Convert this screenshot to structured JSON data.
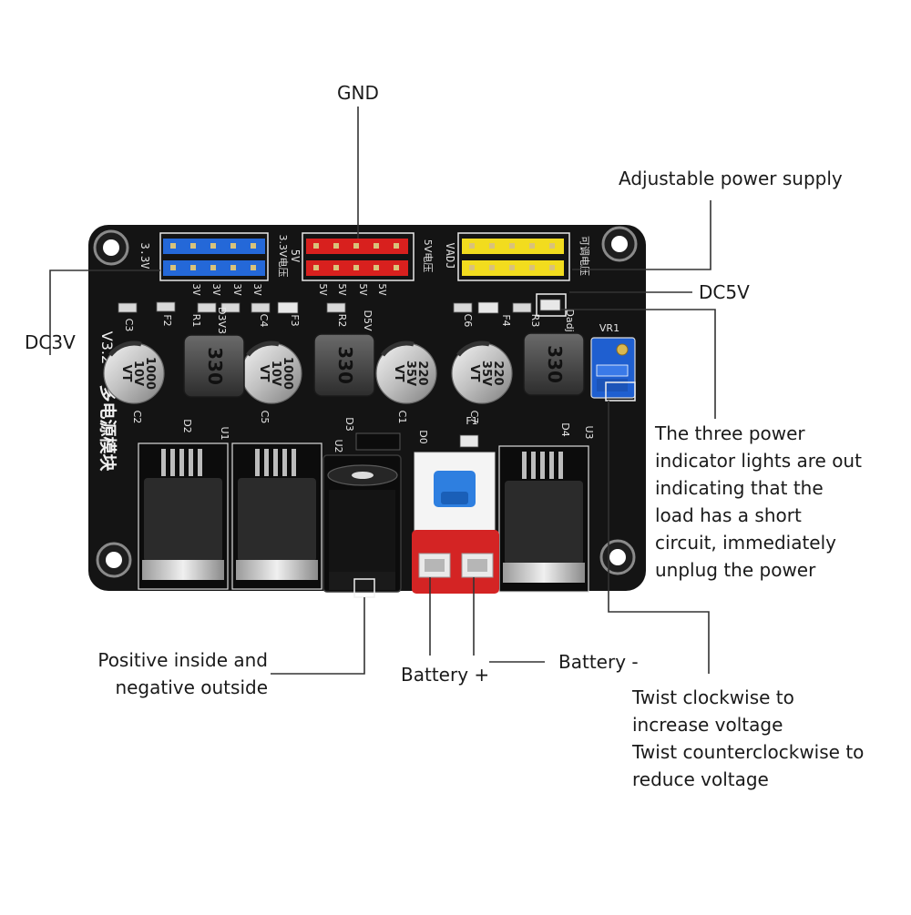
{
  "annotations": {
    "gnd": "GND",
    "adjustable": "Adjustable power supply",
    "dc5v": "DC5V",
    "dc3v": "DC3V",
    "indicator": [
      "The three power",
      "indicator lights are out",
      "indicating that the",
      "load has a short",
      "circuit, immediately",
      "unplug the power"
    ],
    "jack": [
      "Positive inside and",
      "negative outside"
    ],
    "battery_plus": "Battery +",
    "battery_minus": "Battery -",
    "pot": [
      "Twist clockwise to",
      "increase voltage",
      "Twist counterclockwise to",
      "reduce voltage"
    ]
  },
  "board": {
    "title_cn": "多电源模块",
    "version": "V3.2",
    "rail_labels": {
      "v33": "3.3V",
      "v33_cn": "3.3V电压",
      "v5": "5V",
      "v5_cn": "5V电压",
      "vadj": "VADJ",
      "vadj_cn": "可调电压"
    },
    "pin_labels": [
      "3V",
      "3V",
      "3V",
      "3V",
      "5V",
      "5V",
      "5V",
      "5V"
    ],
    "component_labels": [
      "C3",
      "F2",
      "R1",
      "D3V3",
      "C4",
      "F3",
      "D5V",
      "R2",
      "C6",
      "F4",
      "R3",
      "Dadj",
      "VR1",
      "C2",
      "C5",
      "C1",
      "C7",
      "D2",
      "U1",
      "U2",
      "D3",
      "D0",
      "F1",
      "D4",
      "U3"
    ],
    "capacitors": [
      {
        "value": "1000",
        "voltage": "10V",
        "series": "VT"
      },
      {
        "value": "1000",
        "voltage": "10V",
        "series": "VT"
      },
      {
        "value": "220",
        "voltage": "35V",
        "series": "VT"
      },
      {
        "value": "220",
        "voltage": "35V",
        "series": "VT"
      }
    ],
    "inductors": [
      "330",
      "330",
      "330"
    ],
    "colors": {
      "pcb": "#141414",
      "header_blue": "#2468d8",
      "header_red": "#d8201e",
      "header_yellow": "#f2dc1e",
      "pot_blue": "#1f5fd0",
      "switch_cap": "#2e7fe0",
      "battery_terminal": "#d42424",
      "leader_line": "#333333",
      "label_text": "#1a1a1a"
    }
  }
}
